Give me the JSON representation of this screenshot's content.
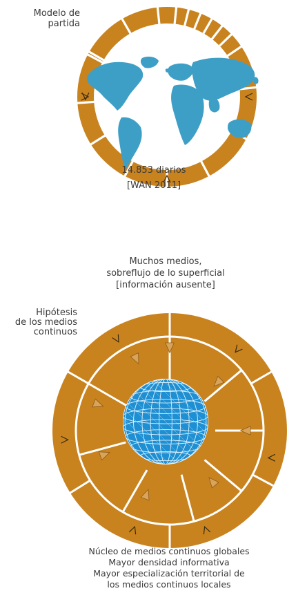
{
  "colors": {
    "ring": "#C8831F",
    "separator": "#FFFFFF",
    "continent": "#3E9FC6",
    "globe": "#1E8FD2",
    "globe_grid": "#DDF1FB",
    "text": "#3A3A3A"
  },
  "top_diagram": {
    "label_lines": [
      "Modelo de",
      "partida"
    ],
    "stat_value": "14.853 diarios",
    "stat_source": "[WAN 2011]",
    "caption_lines": [
      "Muchos medios,",
      "sobreflujo de lo superficial",
      "[información ausente]"
    ]
  },
  "bottom_diagram": {
    "label_lines": [
      "Hipótesis",
      "de los medios",
      "continuos"
    ],
    "caption_lines": [
      "Núcleo de medios continuos globales",
      "Mayor densidad informativa",
      "Mayor especialización territorial de",
      "los medios continuos locales"
    ]
  }
}
